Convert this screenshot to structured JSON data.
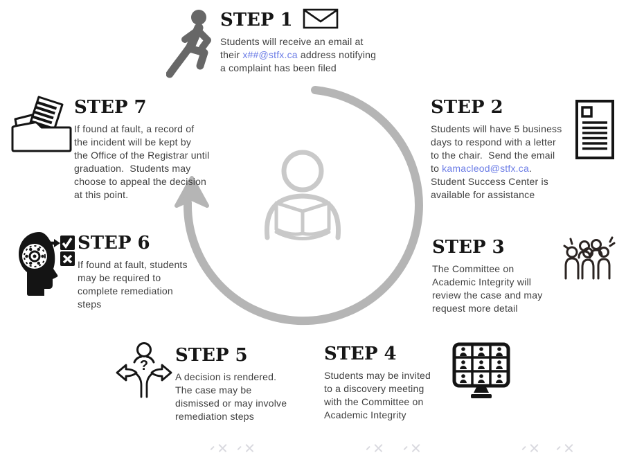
{
  "colors": {
    "link_blue": "#6b7ce6",
    "cycle_gray": "#b5b5b5",
    "figure_gray": "#c9c9c9",
    "icon_black": "#141414"
  },
  "steps": [
    {
      "label": "STEP 1",
      "icon": "running-person-icon",
      "secondary_icon": "email-envelope-icon",
      "text_before": "Students will receive an email at\ntheir ",
      "link": "x##@stfx.ca",
      "text_after": " address notifying\na complaint has been filed"
    },
    {
      "label": "STEP 2",
      "icon": "document-letter-icon",
      "text_before": "Students will have 5 business\ndays to respond with a letter\nto the chair.  Send the email\nto ",
      "link": "kamacleod@stfx.ca",
      "text_after": ".\nStudent Success Center is\navailable for assistance"
    },
    {
      "label": "STEP 3",
      "icon": "committee-people-icon",
      "description": "The Committee on\nAcademic Integrity will\nreview the case and may\nrequest more detail"
    },
    {
      "label": "STEP 4",
      "icon": "video-meeting-icon",
      "description": "Students may be invited\nto a discovery meeting\nwith the Committee on\nAcademic Integrity"
    },
    {
      "label": "STEP 5",
      "icon": "decision-paths-icon",
      "description": "A decision is rendered.\nThe case may be\ndismissed or may involve\nremediation steps"
    },
    {
      "label": "STEP 6",
      "icon": "head-gear-checklist-icon",
      "description": "If found at fault, students\nmay be required to\ncomplete remediation\nsteps"
    },
    {
      "label": "STEP 7",
      "icon": "folder-documents-icon",
      "description": "If found at fault, a record of\nthe incident will be kept by\nthe Office of the Registrar until\ngraduation.  Students may\nchoose to appeal the decision\nat this point."
    }
  ]
}
